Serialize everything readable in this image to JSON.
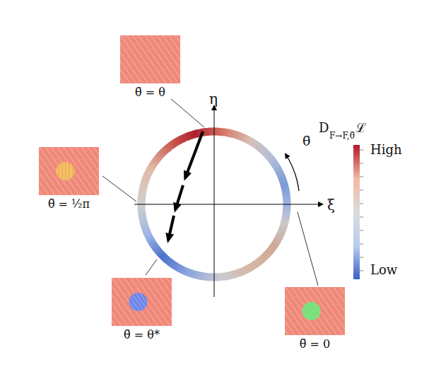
{
  "diagram": {
    "nodes": [
      {
        "text": [
          "θ̃ = θ"
        ]
      },
      {
        "text": [
          "θ̃ = ½π"
        ]
      },
      {
        "text": [
          "θ̃ = θ*"
        ]
      },
      {
        "text": [
          "θ̃ = 0"
        ]
      }
    ],
    "labels": [
      "η",
      "ξ",
      "θ̃",
      "D",
      "F→F,θ̃",
      "ℒ"
    ],
    "legend": [
      {
        "text": "High",
        "color": "#b2182b"
      },
      {
        "text": "Low",
        "color": "#3b5fc8"
      }
    ]
  }
}
